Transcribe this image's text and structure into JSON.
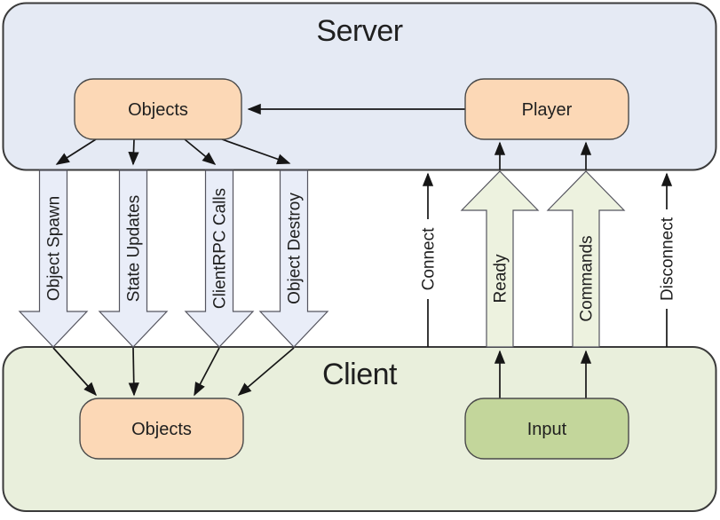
{
  "server": {
    "title": "Server",
    "objects_label": "Objects",
    "player_label": "Player"
  },
  "client": {
    "title": "Client",
    "objects_label": "Objects",
    "input_label": "Input"
  },
  "server_to_client_arrows": {
    "object_spawn": "Object Spawn",
    "state_updates": "State Updates",
    "clientrpc_calls": "ClientRPC Calls",
    "object_destroy": "Object Destroy"
  },
  "client_to_server_arrows": {
    "connect": "Connect",
    "ready": "Ready",
    "commands": "Commands",
    "disconnect": "Disconnect"
  },
  "colors": {
    "server_fill": "#e5eaf4",
    "client_fill": "#e9efdc",
    "down_arrow_fill": "#e9edf8",
    "up_arrow_fill": "#edf2df",
    "node_fill": "#fcd8b6",
    "input_fill": "#c3d69b",
    "outline": "#404040",
    "arrow_line": "#161616"
  }
}
